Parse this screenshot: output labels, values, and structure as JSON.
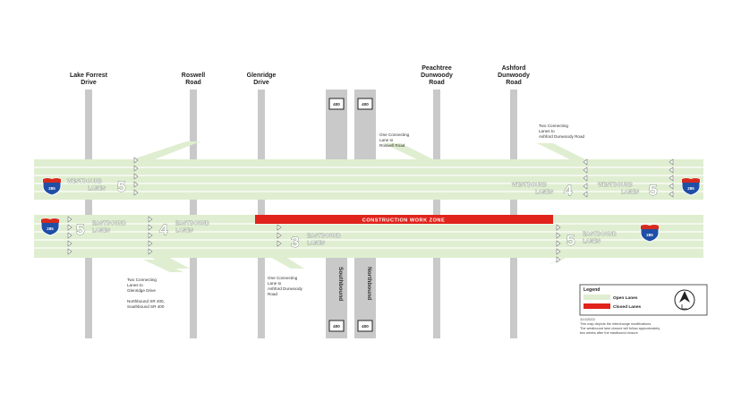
{
  "colors": {
    "open_lane": "#dfeed0",
    "lane_line": "#ffffff",
    "closed": "#e0231b",
    "street": "#c9c9c9",
    "interstate": "#1f4fa6",
    "interstate_top": "#d52b1e"
  },
  "streets": [
    {
      "id": "lake-forrest",
      "line1": "Lake Forrest",
      "line2": "Drive",
      "line3": ""
    },
    {
      "id": "roswell",
      "line1": "Roswell",
      "line2": "Road",
      "line3": ""
    },
    {
      "id": "glenridge",
      "line1": "Glenridge",
      "line2": "Drive",
      "line3": ""
    },
    {
      "id": "peachtree-dunwoody",
      "line1": "Peachtree",
      "line2": "Dunwoody",
      "line3": "Road"
    },
    {
      "id": "ashford-dunwoody",
      "line1": "Ashford",
      "line2": "Dunwoody",
      "line3": "Road"
    }
  ],
  "ga400": {
    "route": "400",
    "southbound": "Southbound",
    "northbound": "Northbound"
  },
  "interstate": "285",
  "westbound": {
    "left": {
      "lanes": "5",
      "label1": "WESTBOUND",
      "label2": "LANES"
    },
    "mid": {
      "lanes": "4",
      "label1": "WESTBOUND",
      "label2": "LANES"
    },
    "right": {
      "lanes": "5",
      "label1": "WESTBOUND",
      "label2": "LANES"
    }
  },
  "eastbound": {
    "left": {
      "lanes": "5",
      "label1": "EASTBOUND",
      "label2": "LANES"
    },
    "mid1": {
      "lanes": "4",
      "label1": "EASTBOUND",
      "label2": "LANES"
    },
    "mid2": {
      "lanes": "3",
      "label1": "EASTBOUND",
      "label2": "LANES"
    },
    "right": {
      "lanes": "5",
      "label1": "EASTBOUND",
      "label2": "LANES"
    }
  },
  "construction_zone": "CONSTRUCTION WORK ZONE",
  "notes": {
    "roswell": [
      "One Connecting",
      "Lane to",
      "Roswell Road"
    ],
    "ashford_top": [
      "Two Connecting",
      "Lanes to",
      "Ashford Dunwoody Road"
    ],
    "glenridge": [
      "Two Connecting",
      "Lanes to",
      "Glenridge Drive",
      "",
      "Northbound SR 400,",
      "Southbound SR 400"
    ],
    "ashford_bottom": [
      "One Connecting",
      "Lane to",
      "Ashford Dunwoody",
      "Road"
    ]
  },
  "legend": {
    "title": "Legend",
    "open": "Open Lanes",
    "closed": "Closed Lanes",
    "north_icon": "north-arrow-icon"
  },
  "footnote": [
    "11/1/2023",
    "This map depicts the interchange modifications.",
    "The westbound lane closure will follow approximately",
    "two weeks after the eastbound closure."
  ]
}
